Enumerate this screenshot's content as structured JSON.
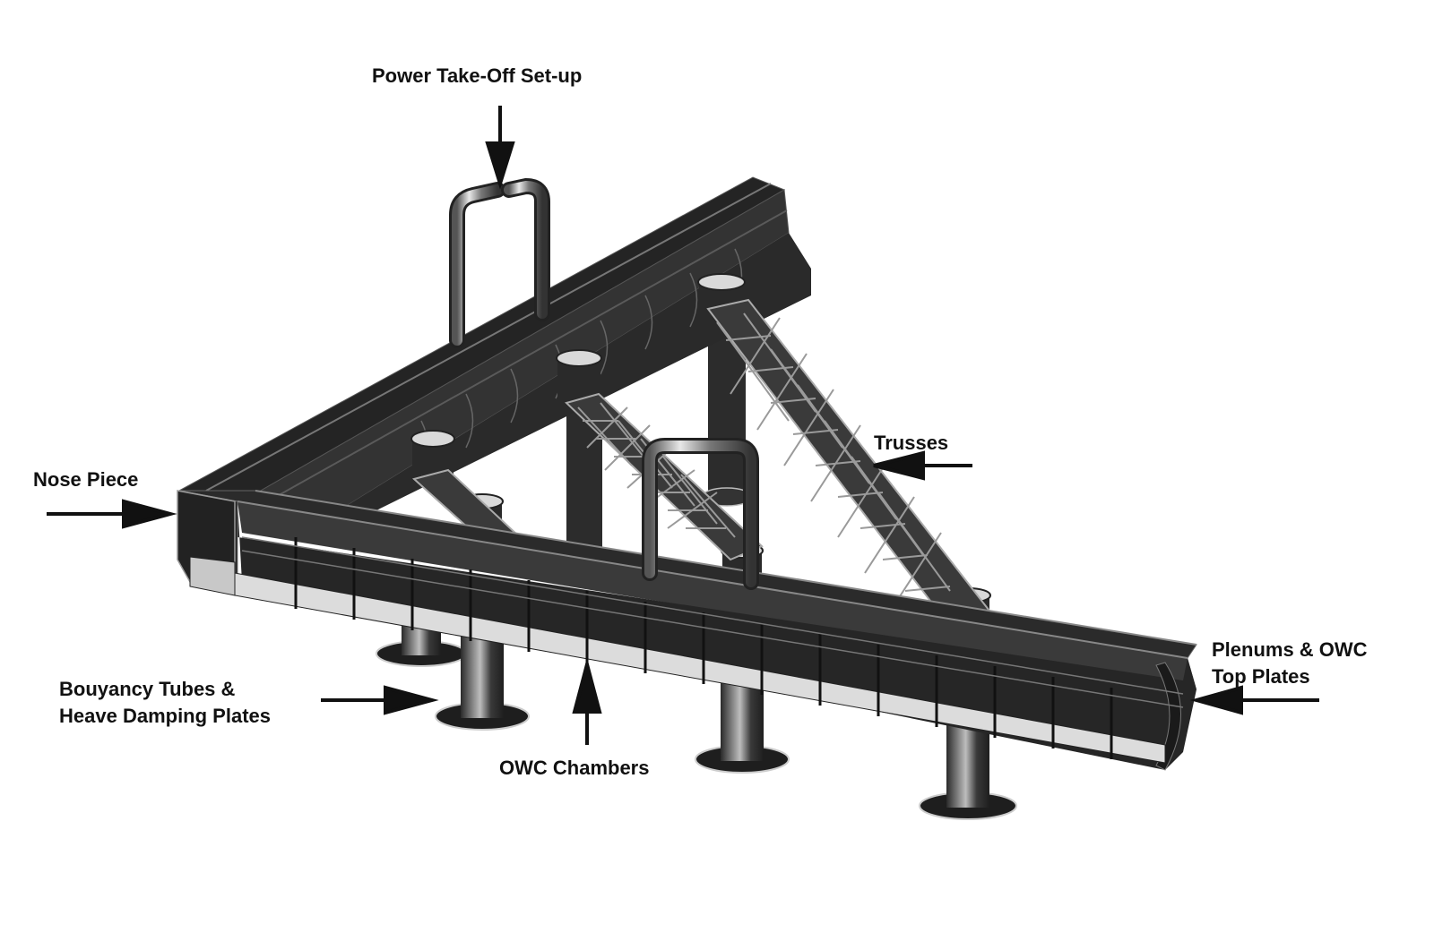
{
  "labels": {
    "power_take_off": "Power Take-Off Set-up",
    "trusses": "Trusses",
    "nose_piece": "Nose Piece",
    "plenums_line1": "Plenums & OWC",
    "plenums_line2": "Top Plates",
    "buoyancy_line1": "Bouyancy Tubes &",
    "buoyancy_line2": "Heave Damping Plates",
    "owc_chambers": "OWC Chambers"
  },
  "colors": {
    "structure_dark": "#2a2a2a",
    "structure_mid": "#3c3c3c",
    "structure_light": "#d8d8d8",
    "truss_grey": "#9a9a9a",
    "arrow": "#111111",
    "background": "#ffffff"
  }
}
